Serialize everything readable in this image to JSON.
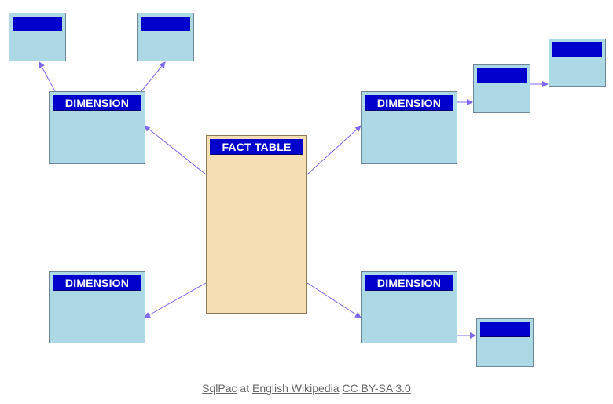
{
  "diagram": {
    "fact": {
      "label": "FACT TABLE"
    },
    "dimensions": [
      {
        "id": "dim-top-left",
        "label": "DIMENSION"
      },
      {
        "id": "dim-top-right",
        "label": "DIMENSION"
      },
      {
        "id": "dim-bottom-left",
        "label": "DIMENSION"
      },
      {
        "id": "dim-bottom-right",
        "label": "DIMENSION"
      }
    ],
    "colors": {
      "header": "#0000cc",
      "dimension_fill": "#add8e6",
      "fact_fill": "#f5deb3",
      "arrow": "#7b68ee"
    }
  },
  "caption": {
    "author": "SqlPac",
    "at": "at",
    "source": "English Wikipedia",
    "license": "CC BY-SA 3.0"
  }
}
